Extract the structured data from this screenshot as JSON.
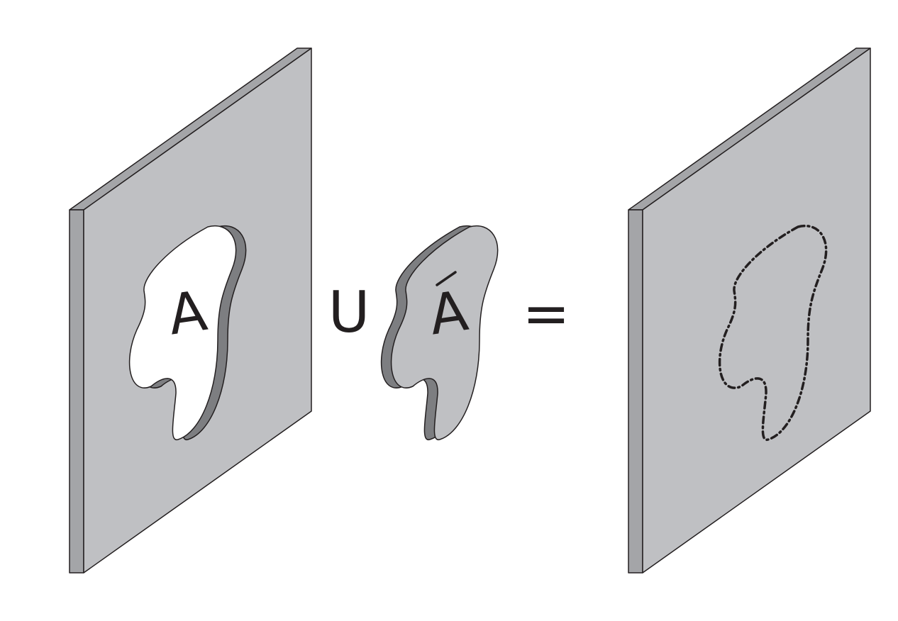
{
  "labels": {
    "set": "A",
    "complement": "A",
    "union_operator": "U",
    "equals_operator": "="
  },
  "colors": {
    "panel_face": "#bfc0c3",
    "panel_edge": "#a4a5a8",
    "blob_side": "#7d7e81",
    "hole": "#ffffff",
    "stroke": "#231f20"
  }
}
